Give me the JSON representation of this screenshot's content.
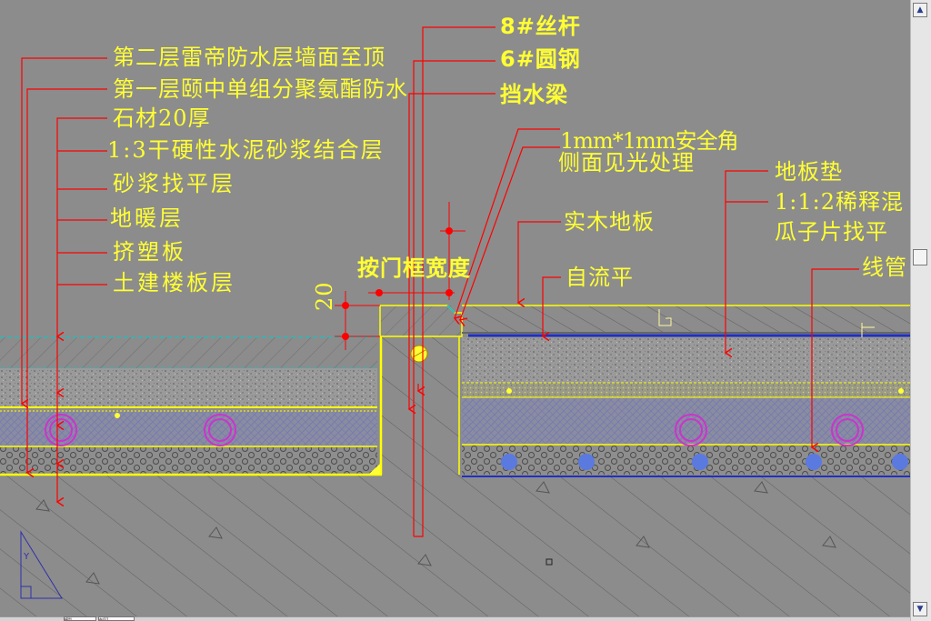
{
  "labels": {
    "waterproof_layer2": "第二层雷帝防水层墙面至顶",
    "waterproof_layer1": "第一层颐中单组分聚氨酯防水",
    "stone": "石材20厚",
    "mortar_bond": "1:3干硬性水泥砂浆结合层",
    "mortar_level": "砂浆找平层",
    "floor_heating": "地暖层",
    "xps_board": "挤塑板",
    "structural_slab": "土建楼板层",
    "door_frame_width": "按门框宽度",
    "dim_20": "20",
    "threaded_rod": "8#丝杆",
    "round_steel": "6#圆钢",
    "water_beam": "挡水梁",
    "safety_angle": "1mm*1mm安全角",
    "side_polish": "侧面见光处理",
    "wood_floor": "实木地板",
    "self_level": "自流平",
    "floor_pad": "地板垫",
    "diluted_mix": "1:1:2稀释混",
    "melon_seed_level": "瓜子片找平",
    "pipe": "线管"
  },
  "ucs_axis": "Y",
  "tabs": [
    "模型",
    "布局1"
  ],
  "colors": {
    "background": "#8c8c8c",
    "annotation_text": "#ffff33",
    "leader_line": "#ff0000",
    "section_outline": "#ffff00",
    "pipe": "#cc33cc",
    "waterproof_line": "#2030c0",
    "cyan_hatch": "#00cccc"
  }
}
